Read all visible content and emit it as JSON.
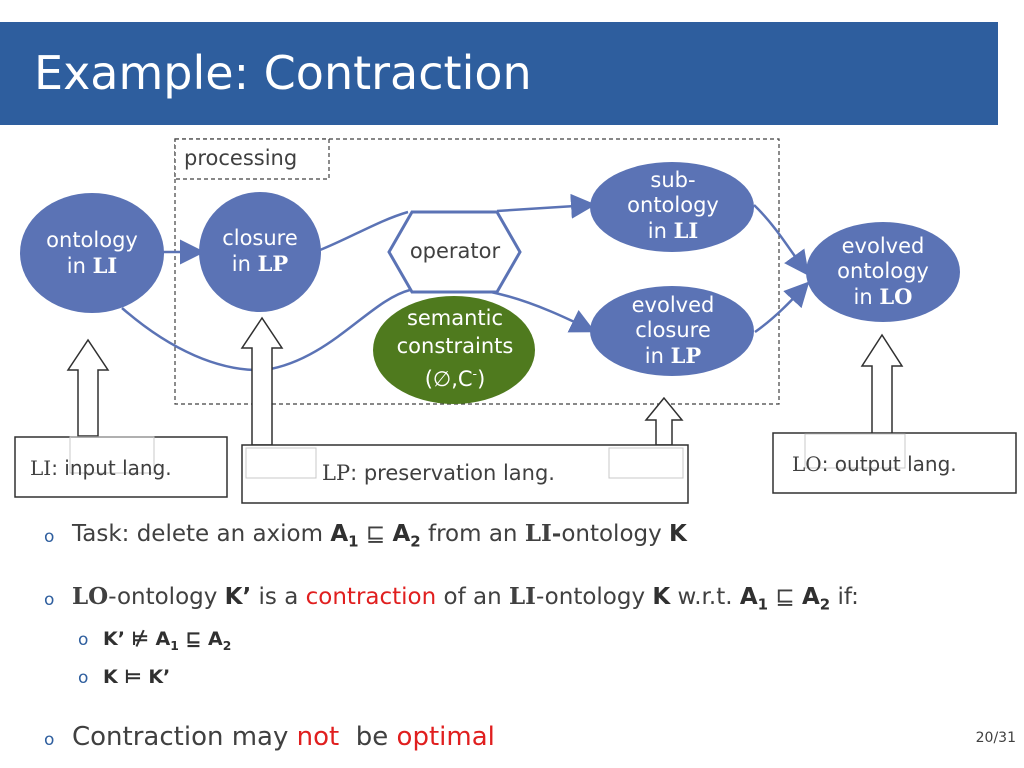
{
  "title": "Example: Contraction",
  "diagram": {
    "processing_label": "processing",
    "operator_label": "operator",
    "nodes": {
      "ontology_li": {
        "line1": "ontology",
        "pre": "in ",
        "lang": "LI"
      },
      "closure_lp": {
        "line1": "closure",
        "pre": "in ",
        "lang": "LP"
      },
      "sub_ontology_li": {
        "line1": "sub-",
        "line2": "ontology",
        "pre": "in ",
        "lang": "LI"
      },
      "evolved_closure_lp": {
        "line1": "evolved",
        "line2": "closure",
        "pre": "in ",
        "lang": "LP"
      },
      "evolved_ontology_lo": {
        "line1": "evolved",
        "line2": "ontology",
        "pre": "in ",
        "lang": "LO"
      },
      "semantic_constraints": {
        "line1": "semantic",
        "line2": "constraints",
        "line3": "(∅,C",
        "sup": "-",
        "close": ")"
      }
    },
    "boxes": {
      "input": {
        "lang": "LI",
        "text": ": input lang."
      },
      "preservation": {
        "lang": "LP",
        "text": ": preservation lang."
      },
      "output": {
        "lang": "LO",
        "text": ": output lang."
      }
    }
  },
  "bullets": {
    "b1": {
      "pre": "Task: delete an axiom ",
      "axiom_a1": "A",
      "sub1": "1",
      "sqsub": " ⊑ ",
      "axiom_a2": "A",
      "sub2": "2",
      "mid": " from an ",
      "lang": "LI-",
      "post": "ontology ",
      "k": "K"
    },
    "b2": {
      "lang": "LO",
      "t1": "-ontology ",
      "kprime": "K’",
      "t2": " is a ",
      "contraction": "contraction",
      "t3": " of an ",
      "lang2": "LI",
      "t4": "-ontology ",
      "k": "K",
      "t5": " w.r.t. ",
      "a1": "A",
      "sub1": "1",
      "sqsub": " ⊑ ",
      "a2": "A",
      "sub2": "2",
      "t6": " if:"
    },
    "b2a": {
      "text": "K’ ⊭ A",
      "sub1": "1",
      "rest": " ⊑ A",
      "sub2": "2"
    },
    "b2b": {
      "text": "K ⊨ K’"
    },
    "b3": {
      "t1": "Contraction may ",
      "not": "not",
      "t2": "  be ",
      "optimal": "optimal"
    }
  },
  "page_number": "20/31",
  "colors": {
    "title_bar": "#2e5e9e",
    "node_fill": "#5b73b5",
    "constraint_fill": "#4f7a1e",
    "highlight_red": "#e01f1f"
  }
}
